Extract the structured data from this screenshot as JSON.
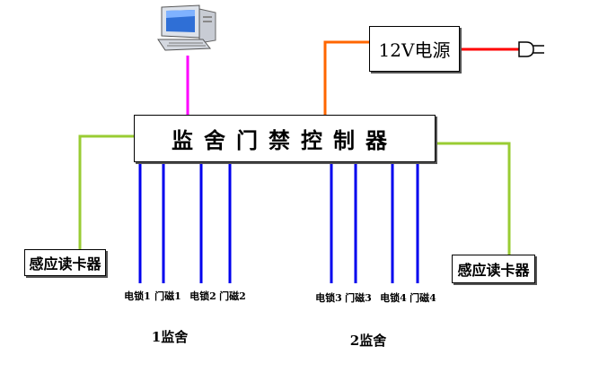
{
  "controller": {
    "label": "监舍门禁控制器"
  },
  "power_supply": {
    "label": "12V电源"
  },
  "card_readers": {
    "left": {
      "label": "感应读卡器"
    },
    "right": {
      "label": "感应读卡器"
    }
  },
  "wire_labels": [
    {
      "label": "电锁1"
    },
    {
      "label": "门磁1"
    },
    {
      "label": "电锁2"
    },
    {
      "label": "门磁2"
    },
    {
      "label": "电锁3"
    },
    {
      "label": "门磁3"
    },
    {
      "label": "电锁4"
    },
    {
      "label": "门磁4"
    }
  ],
  "group_labels": [
    {
      "label": "1监舍"
    },
    {
      "label": "2监舍"
    }
  ],
  "colors": {
    "computer_link": "#ff00ff",
    "power_link": "#ff6600",
    "mains_cable": "#ff0000",
    "reader_link": "#99cc33",
    "lock_wires": "#0000ee"
  },
  "icons": [
    "computer-icon",
    "power-plug-icon"
  ]
}
